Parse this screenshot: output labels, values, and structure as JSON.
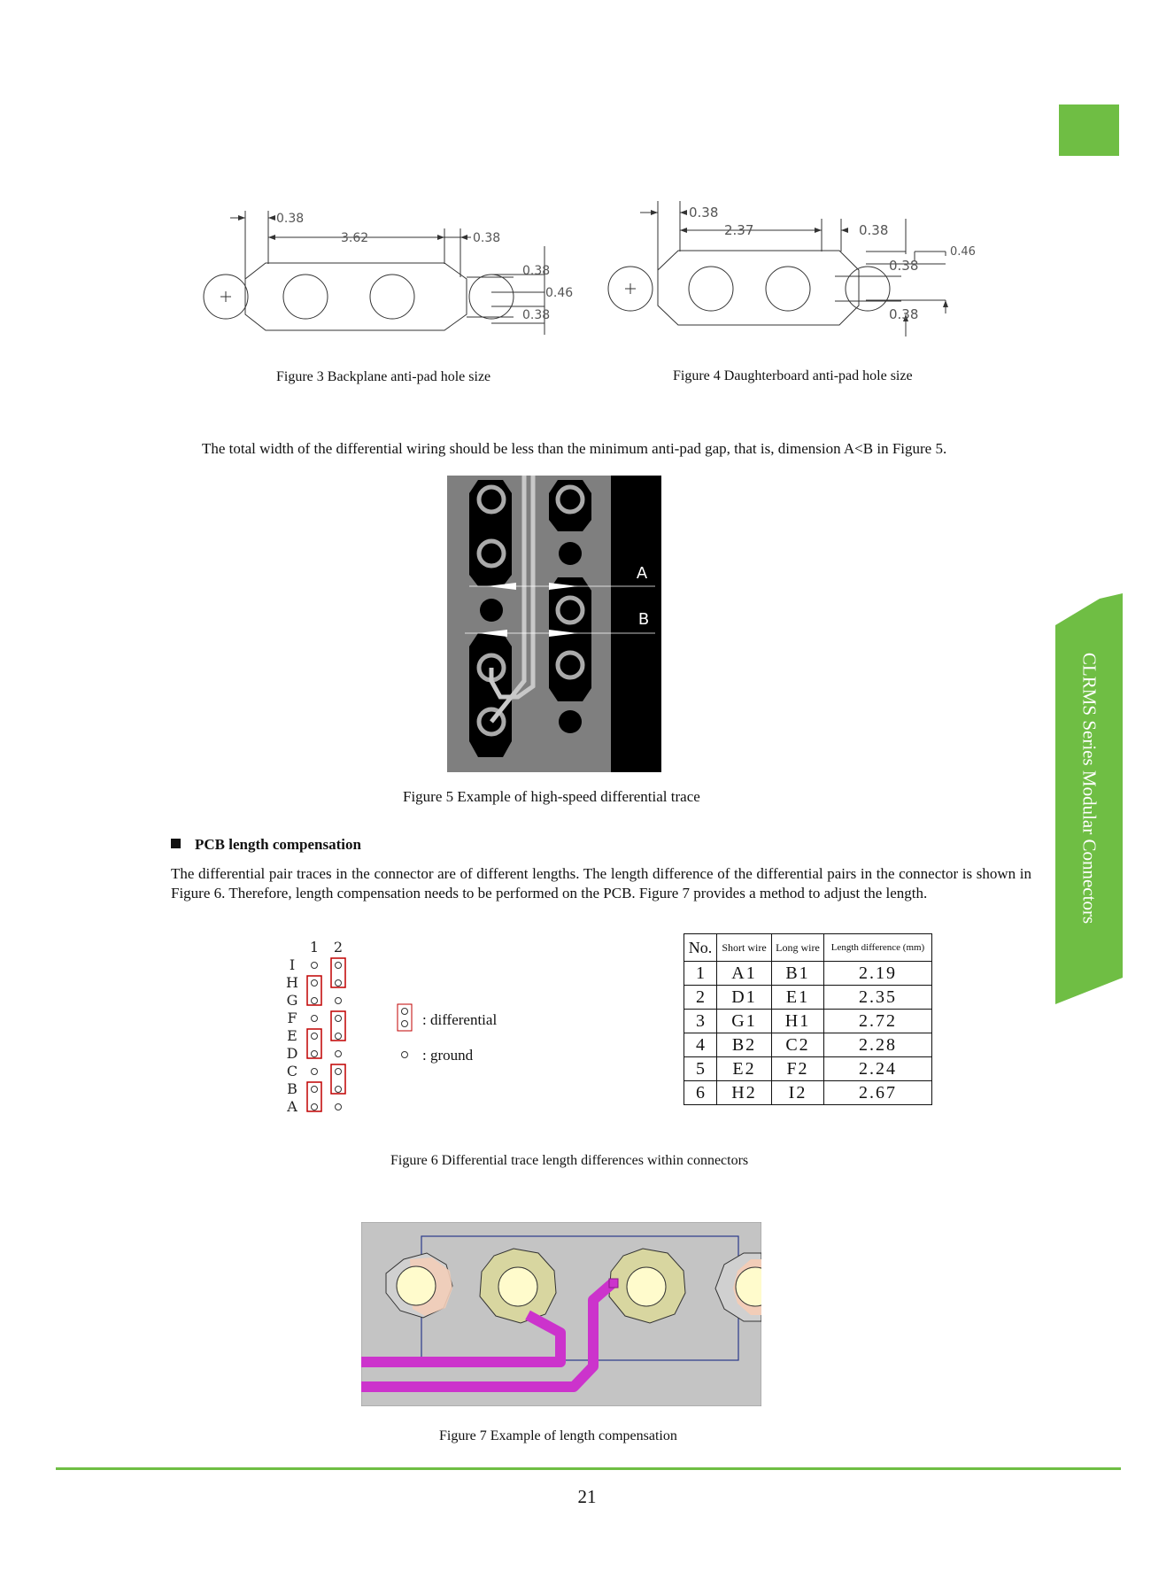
{
  "page": {
    "side_label": "CLRMS Series Modular Connectors",
    "page_number": "21",
    "accent_color": "#6fbe44"
  },
  "figure3": {
    "caption": "Figure 3 Backplane anti-pad hole size",
    "dims": {
      "d1": "0.38",
      "d2": "3.62",
      "d3": "0.38",
      "d4": "0.38",
      "d5": "0.46",
      "d6": "0.38"
    }
  },
  "figure4": {
    "caption": "Figure 4 Daughterboard anti-pad hole size",
    "dims": {
      "d1": "0.38",
      "d2": "2.37",
      "d3": "0.38",
      "d4": "0.46",
      "d5": "0.38",
      "d6": "0.38"
    }
  },
  "body": {
    "intro": "The total width of the differential wiring should be less than the minimum anti-pad gap, that is, dimension A<B in Figure 5."
  },
  "figure5": {
    "caption": "Figure 5 Example of high-speed differential trace",
    "label_a": "A",
    "label_b": "B"
  },
  "section": {
    "heading": "PCB length compensation",
    "paragraph": "The differential pair traces in the connector are of different lengths. The length difference of the differential pairs in the connector is shown in Figure 6. Therefore, length compensation needs to be performed on the PCB. Figure 7 provides a method to adjust the length."
  },
  "figure6": {
    "caption": "Figure 6 Differential trace length differences within connectors",
    "columns": [
      "1",
      "2"
    ],
    "rows": [
      "I",
      "H",
      "G",
      "F",
      "E",
      "D",
      "C",
      "B",
      "A"
    ],
    "legend_differential": ": differential",
    "legend_ground": ": ground",
    "table": {
      "headers": [
        "No.",
        "Short wire",
        "Long wire",
        "Length difference (mm)"
      ],
      "rows": [
        [
          "1",
          "A1",
          "B1",
          "2.19"
        ],
        [
          "2",
          "D1",
          "E1",
          "2.35"
        ],
        [
          "3",
          "G1",
          "H1",
          "2.72"
        ],
        [
          "4",
          "B2",
          "C2",
          "2.28"
        ],
        [
          "5",
          "E2",
          "F2",
          "2.24"
        ],
        [
          "6",
          "H2",
          "I2",
          "2.67"
        ]
      ]
    }
  },
  "figure7": {
    "caption": "Figure 7 Example of length compensation"
  }
}
